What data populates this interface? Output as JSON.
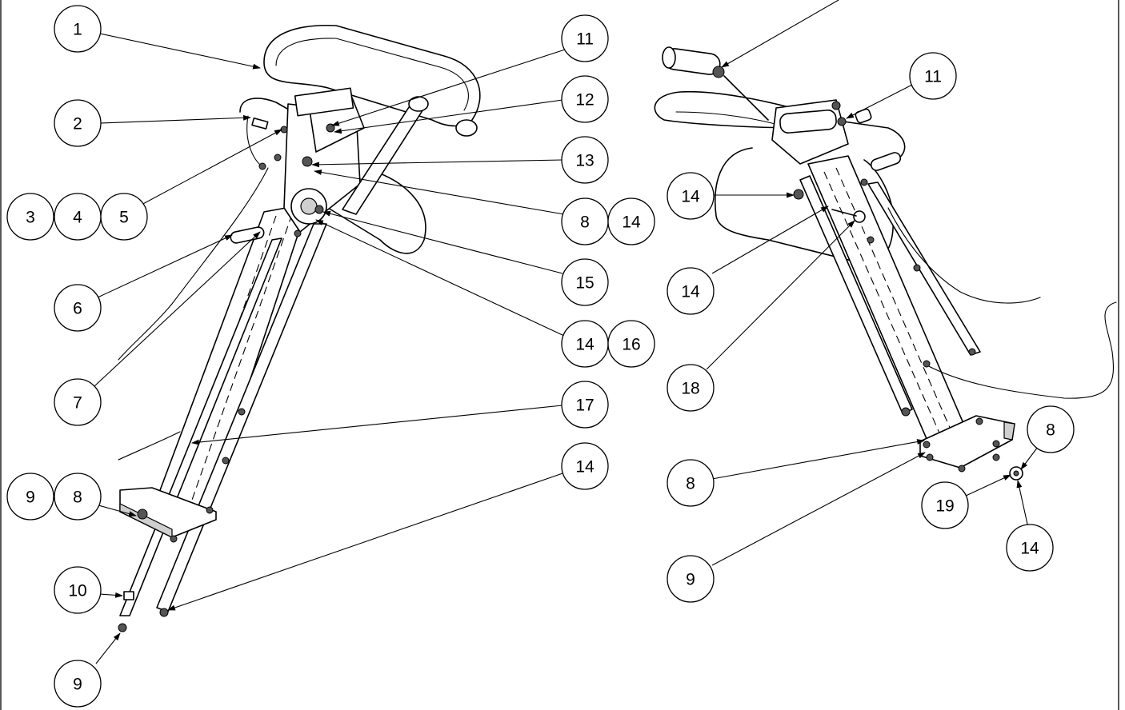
{
  "balloons": [
    {
      "label": "1"
    },
    {
      "label": "2"
    },
    {
      "label": "3"
    },
    {
      "label": "4"
    },
    {
      "label": "5"
    },
    {
      "label": "6"
    },
    {
      "label": "7"
    },
    {
      "label": "9"
    },
    {
      "label": "8"
    },
    {
      "label": "10"
    },
    {
      "label": "9"
    },
    {
      "label": "11"
    },
    {
      "label": "12"
    },
    {
      "label": "13"
    },
    {
      "label": "8"
    },
    {
      "label": "14"
    },
    {
      "label": "15"
    },
    {
      "label": "14"
    },
    {
      "label": "16"
    },
    {
      "label": "17"
    },
    {
      "label": "14"
    },
    {
      "label": "11"
    },
    {
      "label": "14"
    },
    {
      "label": "14"
    },
    {
      "label": "18"
    },
    {
      "label": "8"
    },
    {
      "label": "9"
    },
    {
      "label": "8"
    },
    {
      "label": "19"
    },
    {
      "label": "14"
    }
  ]
}
